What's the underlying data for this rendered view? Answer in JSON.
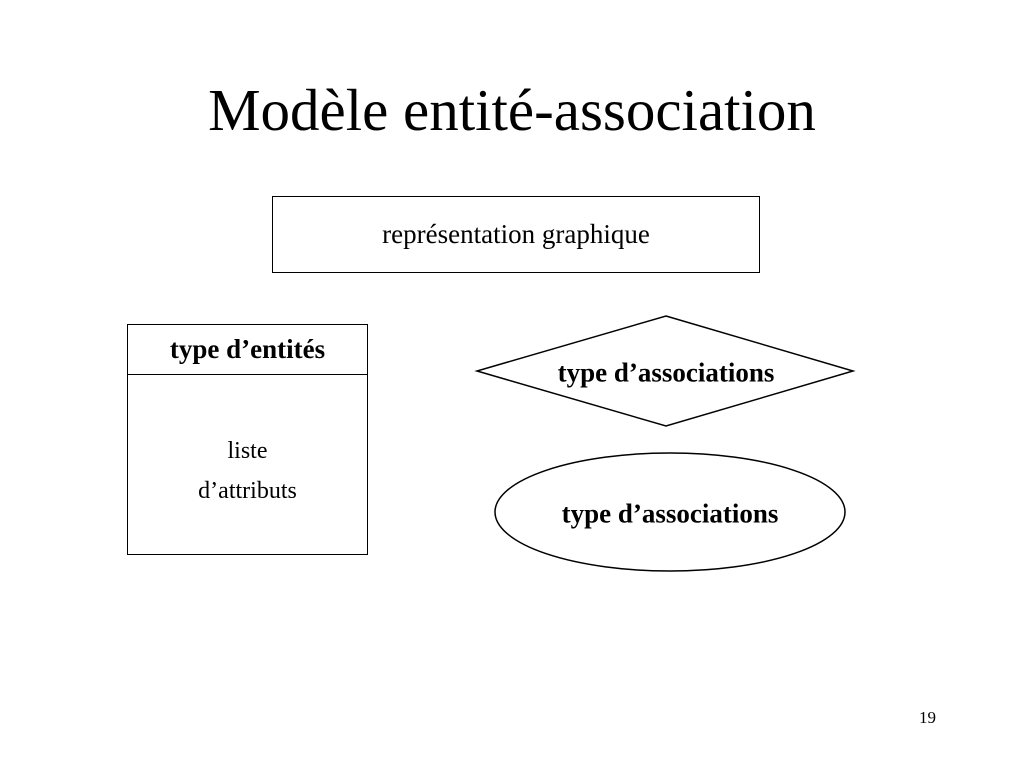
{
  "slide": {
    "title": "Modèle entité-association",
    "page_number": "19"
  },
  "diagram": {
    "header_box": "représentation graphique",
    "entity": {
      "title": "type d’entités",
      "body_lines": [
        "liste",
        "d’attributs"
      ]
    },
    "diamond": {
      "label": "type d’associations"
    },
    "ellipse": {
      "label": "type d’associations"
    }
  }
}
